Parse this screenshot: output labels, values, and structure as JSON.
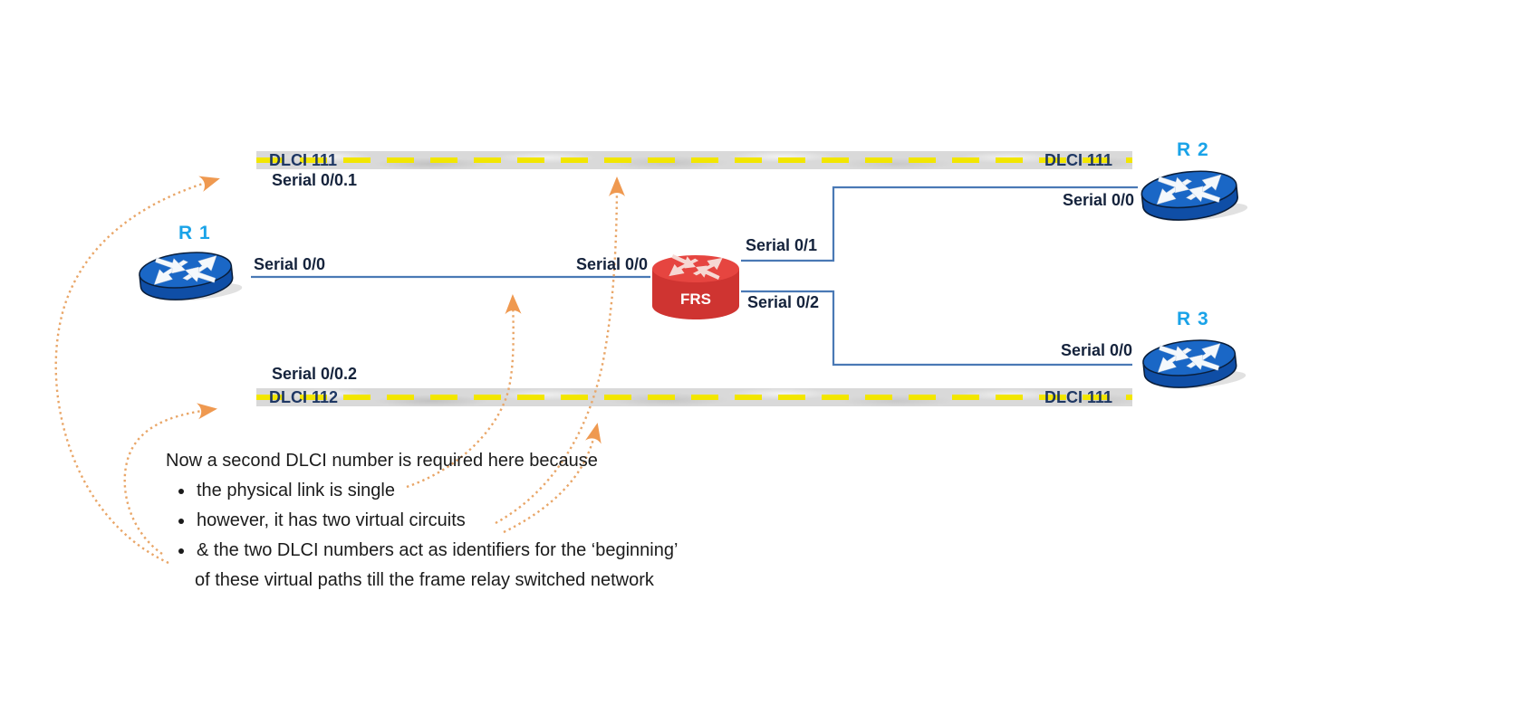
{
  "colors": {
    "annotation_orange": "#ef9950",
    "dotted_orange": "#e9a668",
    "link_blue": "#4a79b5",
    "dlci_navy": "#1f3864",
    "router_name_cyan": "#1aa3e8",
    "frs_red": "#e64540",
    "router_blue": "#1a67c6",
    "dash_yellow": "#f2e600"
  },
  "bands": {
    "top": {
      "left_label": "DLCI 111",
      "right_label": "DLCI 111"
    },
    "bottom": {
      "left_label": "DLCI 112",
      "right_label": "DLCI 111"
    }
  },
  "routers": {
    "r1": "R 1",
    "r2": "R 2",
    "r3": "R 3",
    "frs": "FRS"
  },
  "interfaces": {
    "r1_subif_1": "Serial 0/0.1",
    "r1_subif_2": "Serial 0/0.2",
    "r1_serial": "Serial 0/0",
    "frs_serial_0": "Serial 0/0",
    "frs_serial_1": "Serial 0/1",
    "frs_serial_2": "Serial 0/2",
    "r2_serial": "Serial 0/0",
    "r3_serial": "Serial 0/0"
  },
  "note": {
    "intro": "Now a second DLCI number is required here because",
    "bullets": [
      "the physical link is single",
      "however, it has two virtual circuits",
      "& the two DLCI numbers act as identifiers for the ‘beginning’"
    ],
    "continuation": "of these virtual paths till the frame relay switched network"
  }
}
